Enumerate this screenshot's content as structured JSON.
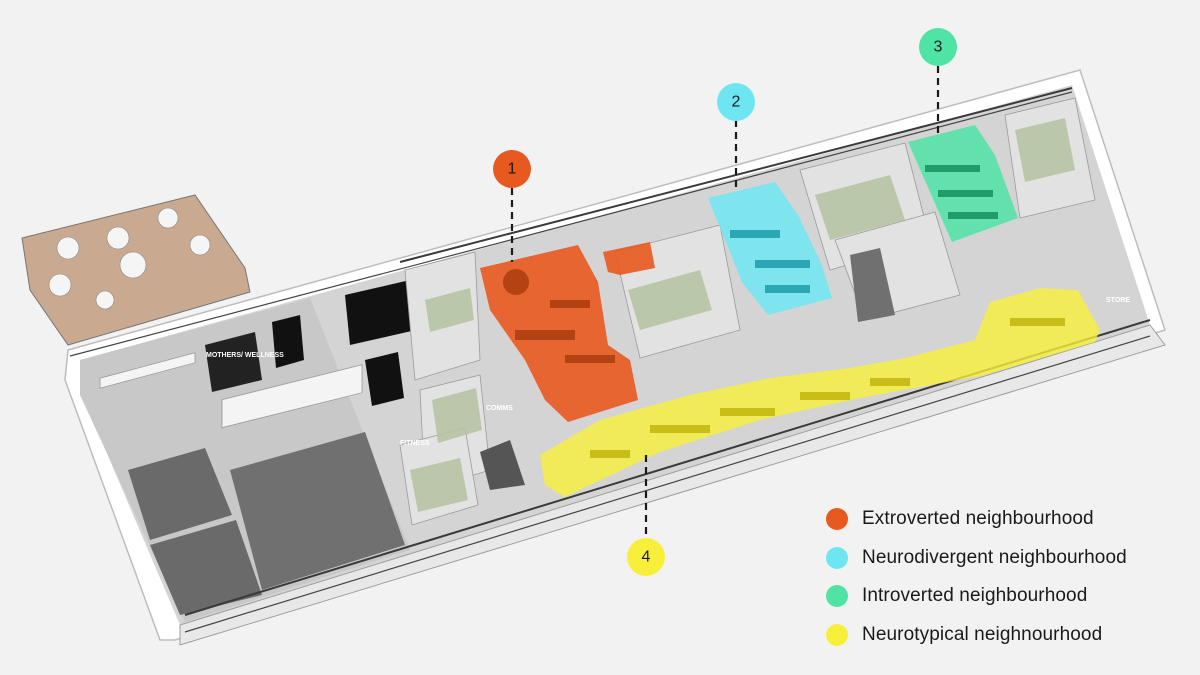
{
  "legend": [
    {
      "number": "1",
      "label": "Extroverted neighbourhood",
      "color": "#e8591f"
    },
    {
      "number": "2",
      "label": "Neurodivergent neighbourhood",
      "color": "#6ee6f2"
    },
    {
      "number": "3",
      "label": "Introverted neighbourhood",
      "color": "#4fe3a5"
    },
    {
      "number": "4",
      "label": "Neurotypical neighnourhood",
      "color": "#f7ef3a"
    }
  ],
  "room_labels": {
    "mothers_wellness": "MOTHERS/ WELLNESS",
    "comms": "COMMS",
    "store": "STORE",
    "fitness": "FITNESS"
  },
  "colors": {
    "background": "#f2f2f2",
    "floor": "#d9d9d9",
    "wall": "#ffffff",
    "outer_wall": "#e6e6e6",
    "dark_room": "#555555",
    "terrace": "#c9a98f"
  }
}
